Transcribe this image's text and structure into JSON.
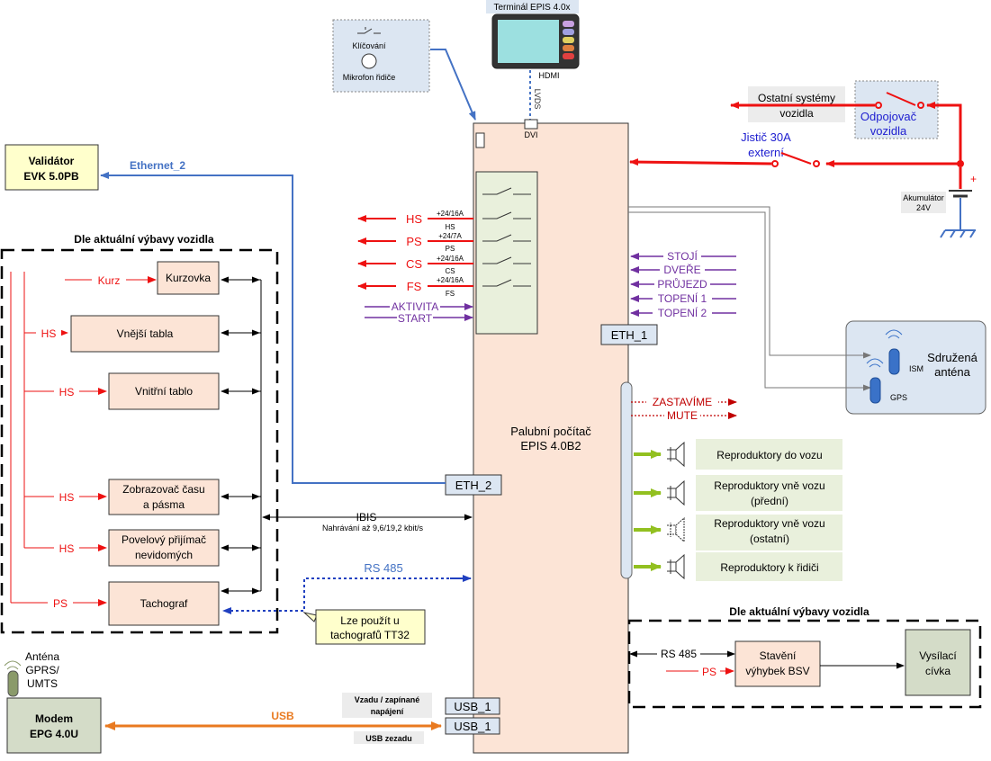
{
  "colors": {
    "red": "#ee1111",
    "blue": "#4472c4",
    "purple": "#7030a0",
    "darkred": "#c00000",
    "green": "#92c020",
    "orange": "#e97a20",
    "peach": "#fce4d6",
    "lightyellow": "#ffffcc",
    "lightblue": "#dce6f2",
    "gray": "#d4dcc8"
  },
  "terminal": {
    "title": "Terminál EPIS 4.0x",
    "hdmi": "HDMI",
    "lvds": "LVDS",
    "dvi": "DVI"
  },
  "mic": {
    "keying": "Klíčování",
    "mic": "Mikrofon řidiče"
  },
  "validator": {
    "line1": "Validátor",
    "line2": "EVK 5.0PB"
  },
  "ethernet2": "Ethernet_2",
  "onboard": {
    "line1": "Palubní počítač",
    "line2": "EPIS 4.0B2",
    "eth1": "ETH_1",
    "eth2": "ETH_2",
    "usb1a": "USB_1",
    "usb1b": "USB_1"
  },
  "outputs": [
    {
      "name": "HS",
      "rating": "+24/16A",
      "sub": "HS"
    },
    {
      "name": "PS",
      "rating": "+24/7A",
      "sub": "PS"
    },
    {
      "name": "CS",
      "rating": "+24/16A",
      "sub": "CS"
    },
    {
      "name": "FS",
      "rating": "+24/16A",
      "sub": "FS"
    }
  ],
  "inputs_left": [
    "AKTIVITA",
    "START"
  ],
  "inputs_right": [
    "STOJÍ",
    "DVEŘE",
    "PRŮJEZD",
    "TOPENÍ 1",
    "TOPENÍ 2"
  ],
  "signals": [
    "ZASTAVÍME",
    "MUTE"
  ],
  "speakers": [
    "Reproduktory do vozu",
    "Reproduktory vně vozu (přední)",
    "Reproduktory vně vozu (ostatní)",
    "Reproduktory k řidiči"
  ],
  "power": {
    "other_line1": "Ostatní systémy",
    "other_line2": "vozidla",
    "disc_line1": "Odpojovač",
    "disc_line2": "vozidla",
    "breaker_line1": "Jistič 30A",
    "breaker_line2": "externí",
    "battery_line1": "Akumulátor",
    "battery_line2": "24V"
  },
  "antenna": {
    "line1": "Sdružená",
    "line2": "anténa",
    "ism": "ISM",
    "gps": "GPS"
  },
  "optional_left": {
    "title": "Dle aktuální výbavy vozidla",
    "devices": [
      "Kurzovka",
      "Vnější tabla",
      "Vnitřní tablo",
      "Zobrazovač času a pásma",
      "Povelový přijímač nevidomých",
      "Tachograf"
    ],
    "signals": [
      "Kurz",
      "HS",
      "HS",
      "HS",
      "HS",
      "PS"
    ]
  },
  "ibis": {
    "label": "IBIS",
    "sub": "Nahrávání až 9,6/19,2 kbit/s"
  },
  "rs485": "RS 485",
  "tacho_note": {
    "line1": "Lze použít u",
    "line2": "tachografů TT32"
  },
  "modem": {
    "ant_line1": "Anténa",
    "ant_line2": "GPRS/",
    "ant_line3": "UMTS",
    "line1": "Modem",
    "line2": "EPG 4.0U",
    "usb": "USB",
    "rear_note1": "Vzadu / zapínané",
    "rear_note2": "napájení",
    "rear_usb": "USB zezadu"
  },
  "optional_right": {
    "title": "Dle aktuální výbavy vozidla",
    "rs485": "RS 485",
    "ps": "PS",
    "bsv_line1": "Stavění",
    "bsv_line2": "výhybek BSV",
    "coil_line1": "Vysílací",
    "coil_line2": "cívka"
  }
}
